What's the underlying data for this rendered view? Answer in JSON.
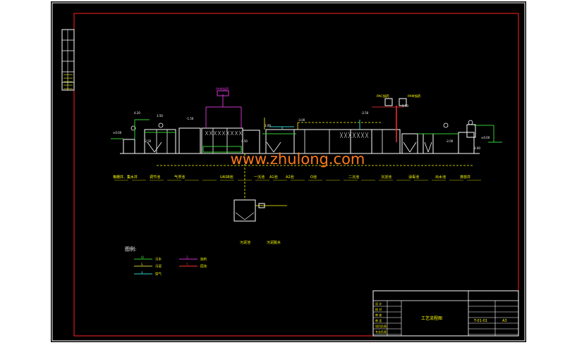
{
  "drawing": {
    "watermark": "www.zhulong.com",
    "legend": {
      "title": "图例:",
      "items": [
        {
          "code": "W",
          "label": "污水",
          "color": "#33cc33"
        },
        {
          "code": "S",
          "label": "污泥",
          "color": "#cccc33"
        },
        {
          "code": "g",
          "label": "空气",
          "color": "#33cccc"
        },
        {
          "code": "Z",
          "label": "加药",
          "color": "#cc33cc"
        },
        {
          "code": "Y",
          "label": "回流",
          "color": "#ff3333"
        }
      ]
    },
    "unit_labels": [
      "格栅井、集水井",
      "调节池",
      "气浮池",
      "UASB池",
      "一沉池",
      "A1池",
      "A2池",
      "O池",
      "二沉池",
      "沉淀池",
      "消毒池",
      "出水池",
      "排放井"
    ],
    "sub_labels": [
      "污泥池",
      "污泥脱水"
    ],
    "elevations": [
      "±0.00",
      "4.20",
      "-2.50",
      "3.50",
      "-1.50",
      "4.50",
      "3.00",
      "-3.00",
      "-2.50",
      "1.50",
      "-2.00",
      "3.00",
      "±0.00"
    ],
    "chem_labels": [
      "PAM加药",
      "PAC加药",
      "PAM加药"
    ],
    "title_block": {
      "drawing_name": "工艺流程图",
      "drawing_no": "T-01-01",
      "sheet_size": "A3",
      "rows": [
        "设 计",
        "校 对",
        "审 核",
        "审 定",
        "项目负责",
        "专业负责"
      ]
    },
    "colors": {
      "background": "#000000",
      "frame": "#ff2222",
      "text": "#ffff00",
      "structure": "#ffffff",
      "watermark": "#ff7a1a"
    }
  }
}
